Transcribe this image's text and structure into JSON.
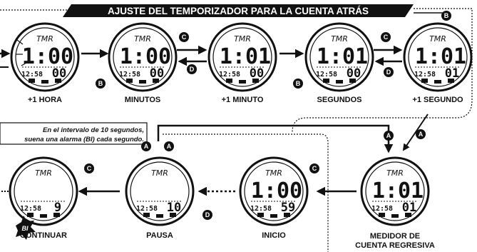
{
  "title": "AJUSTE DEL TEMPORIZADOR PARA LA CUENTA ATRÁS",
  "note_line1": "En el intervalo de 10 segundos,",
  "note_line2": "suena una alarma (BI) cada segundo.",
  "bi_label": "BI",
  "buttons": {
    "a": "A",
    "b": "B",
    "c": "C",
    "d": "D"
  },
  "watches": [
    {
      "id": "hora",
      "tmr": "TMR",
      "main": "1:00",
      "sub_time": "12:58",
      "sub_val": "00",
      "label": "+1 HORA"
    },
    {
      "id": "minutos",
      "tmr": "TMR",
      "main": "1:00",
      "sub_time": "12:58",
      "sub_val": "00",
      "label": "MINUTOS"
    },
    {
      "id": "minuto",
      "tmr": "TMR",
      "main": "1:01",
      "sub_time": "12:58",
      "sub_val": "00",
      "label": "+1 MINUTO"
    },
    {
      "id": "segundos",
      "tmr": "TMR",
      "main": "1:01",
      "sub_time": "12:58",
      "sub_val": "00",
      "label": "SEGUNDOS"
    },
    {
      "id": "segundo",
      "tmr": "TMR",
      "main": "1:01",
      "sub_time": "12:58",
      "sub_val": "01",
      "label": "+1 SEGUNDO"
    },
    {
      "id": "medidor",
      "tmr": "TMR",
      "main": "1:01",
      "sub_time": "12:58",
      "sub_val": "01",
      "label": "MEDIDOR DE",
      "label2": "CUENTA REGRESIVA"
    },
    {
      "id": "inicio",
      "tmr": "TMR",
      "main": "1:00",
      "sub_time": "12:58",
      "sub_val": "59",
      "label": "INICIO"
    },
    {
      "id": "pausa",
      "tmr": "TMR",
      "main": "",
      "sub_time": "12:58",
      "sub_val": "10",
      "label": "PAUSA"
    },
    {
      "id": "continuar",
      "tmr": "TMR",
      "main": "",
      "sub_time": "12:58",
      "sub_val": "9",
      "label": "CONTINUAR"
    }
  ]
}
